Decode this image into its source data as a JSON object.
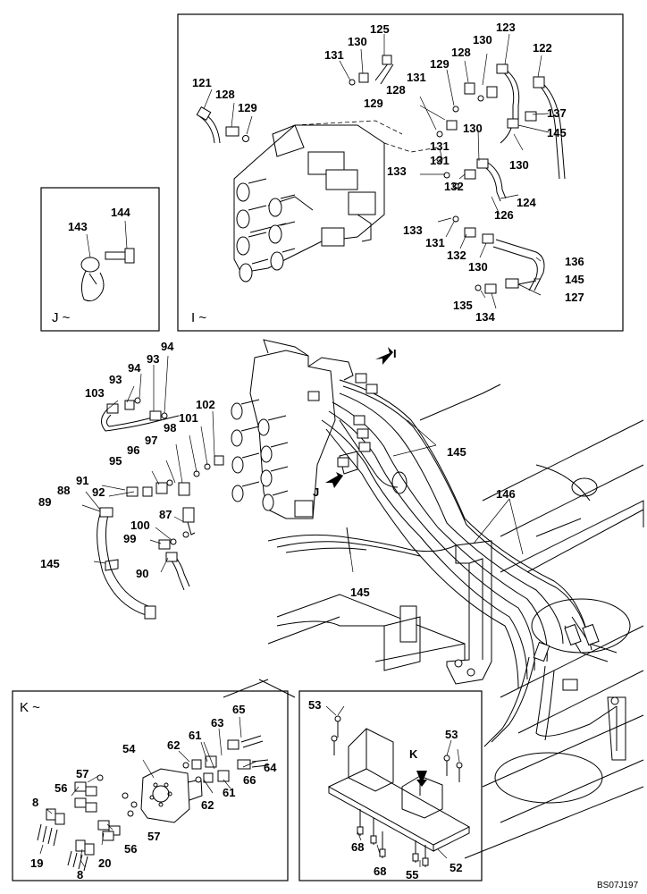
{
  "insets": {
    "I": {
      "label": "I ~"
    },
    "J": {
      "label": "J ~"
    },
    "K": {
      "label": "K ~"
    }
  },
  "arrows": {
    "I": {
      "label": "I"
    },
    "J": {
      "label": "J"
    },
    "K": {
      "label": "K"
    }
  },
  "callouts": [
    {
      "t": "125"
    },
    {
      "t": "130"
    },
    {
      "t": "131"
    },
    {
      "t": "129"
    },
    {
      "t": "128"
    },
    {
      "t": "130"
    },
    {
      "t": "123"
    },
    {
      "t": "122"
    },
    {
      "t": "121"
    },
    {
      "t": "128"
    },
    {
      "t": "129"
    },
    {
      "t": "131"
    },
    {
      "t": "128"
    },
    {
      "t": "129"
    },
    {
      "t": "137"
    },
    {
      "t": "130"
    },
    {
      "t": "145"
    },
    {
      "t": "131"
    },
    {
      "t": "131"
    },
    {
      "t": "130"
    },
    {
      "t": "133"
    },
    {
      "t": "132"
    },
    {
      "t": "124"
    },
    {
      "t": "126"
    },
    {
      "t": "133"
    },
    {
      "t": "131"
    },
    {
      "t": "132"
    },
    {
      "t": "130"
    },
    {
      "t": "136"
    },
    {
      "t": "145"
    },
    {
      "t": "127"
    },
    {
      "t": "135"
    },
    {
      "t": "134"
    },
    {
      "t": "143"
    },
    {
      "t": "144"
    },
    {
      "t": "94"
    },
    {
      "t": "93"
    },
    {
      "t": "94"
    },
    {
      "t": "93"
    },
    {
      "t": "103"
    },
    {
      "t": "102"
    },
    {
      "t": "101"
    },
    {
      "t": "98"
    },
    {
      "t": "97"
    },
    {
      "t": "96"
    },
    {
      "t": "95"
    },
    {
      "t": "91"
    },
    {
      "t": "92"
    },
    {
      "t": "88"
    },
    {
      "t": "89"
    },
    {
      "t": "87"
    },
    {
      "t": "100"
    },
    {
      "t": "99"
    },
    {
      "t": "90"
    },
    {
      "t": "145"
    },
    {
      "t": "145"
    },
    {
      "t": "145"
    },
    {
      "t": "146"
    },
    {
      "t": "65"
    },
    {
      "t": "63"
    },
    {
      "t": "61"
    },
    {
      "t": "62"
    },
    {
      "t": "54"
    },
    {
      "t": "64"
    },
    {
      "t": "57"
    },
    {
      "t": "56"
    },
    {
      "t": "66"
    },
    {
      "t": "61"
    },
    {
      "t": "62"
    },
    {
      "t": "8"
    },
    {
      "t": "57"
    },
    {
      "t": "56"
    },
    {
      "t": "20"
    },
    {
      "t": "19"
    },
    {
      "t": "8"
    },
    {
      "t": "53"
    },
    {
      "t": "53"
    },
    {
      "t": "68"
    },
    {
      "t": "68"
    },
    {
      "t": "55"
    },
    {
      "t": "52"
    }
  ],
  "drawing_code": "BS07J197"
}
